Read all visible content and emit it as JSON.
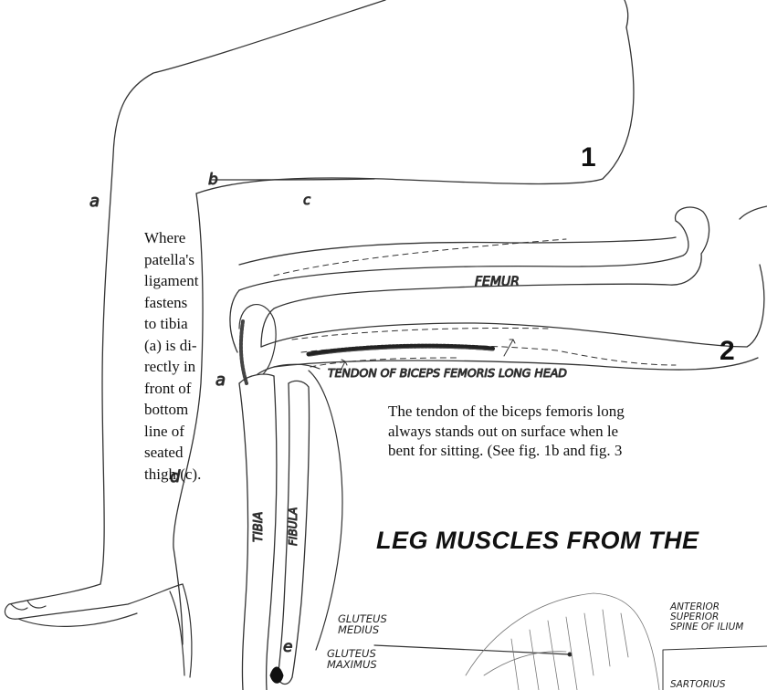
{
  "side_note_lines": [
    "Where",
    "patella's",
    "ligament",
    "fastens",
    "to tibia",
    "(a) is di-",
    "rectly in",
    "front of",
    "bottom",
    "line of",
    "seated",
    "thigh (c)."
  ],
  "figure_numbers": {
    "fig1": "1",
    "fig2": "2"
  },
  "labels": {
    "femur": "FEMUR",
    "tendon": "TENDON OF BICEPS FEMORIS LONG HEAD",
    "tibia": "TIBIA",
    "fibula": "FIBULA",
    "a_upper": "a",
    "b": "b",
    "c": "c",
    "a_knee": "a",
    "d": "d",
    "e": "e"
  },
  "caption_lines": [
    "The tendon of the biceps femoris long",
    "always stands out on surface when le",
    "bent for sitting.  (See fig. 1b and fig. 3"
  ],
  "section_title": "LEG MUSCLES FROM THE",
  "muscle_labels": {
    "gluteus_medius": [
      "GLUTEUS",
      "MEDIUS"
    ],
    "gluteus_maximus": [
      "GLUTEUS",
      "MAXIMUS"
    ],
    "anterior_spine": [
      "ANTERIOR",
      "SUPERIOR",
      "SPINE OF ILIUM"
    ],
    "sartorius": "SARTORIUS"
  }
}
